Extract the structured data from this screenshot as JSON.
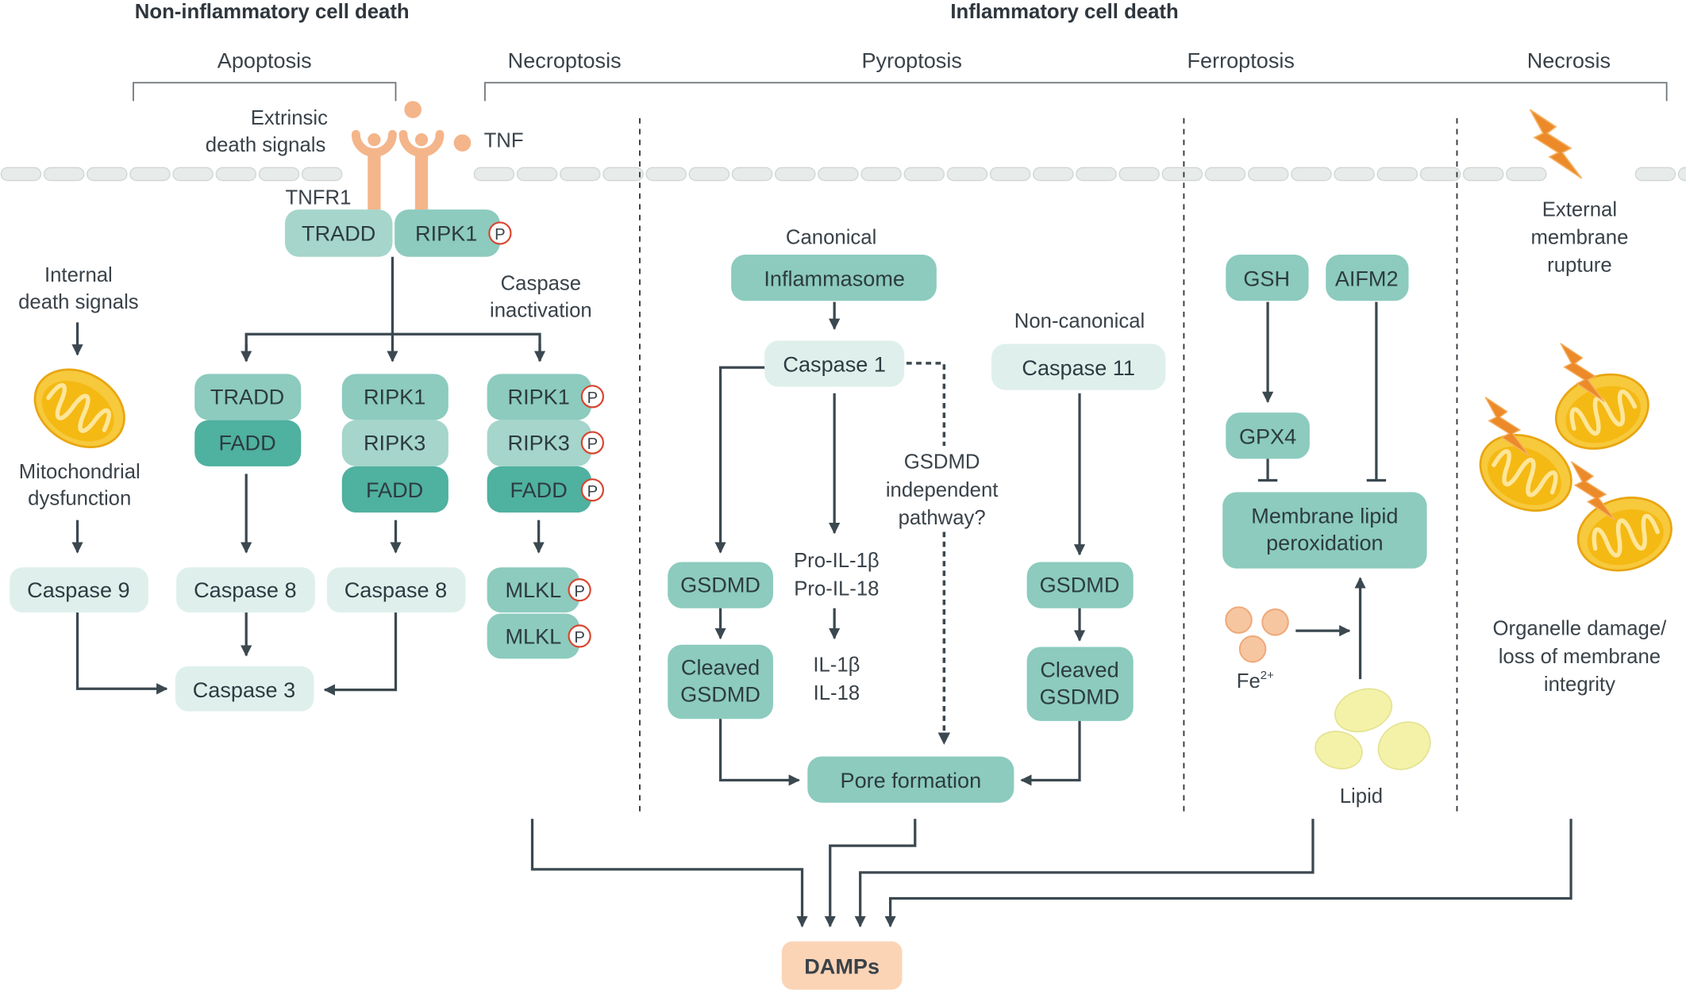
{
  "headers": {
    "non_inflammatory": "Non-inflammatory cell death",
    "inflammatory": "Inflammatory cell death"
  },
  "sections": {
    "apoptosis": "Apoptosis",
    "necroptosis": "Necroptosis",
    "pyroptosis": "Pyroptosis",
    "ferroptosis": "Ferroptosis",
    "necrosis": "Necrosis"
  },
  "receptor": {
    "extrinsic_1": "Extrinsic",
    "extrinsic_2": "death signals",
    "tnf": "TNF",
    "tnfr1": "TNFR1",
    "tradd": "TRADD",
    "ripk1": "RIPK1"
  },
  "phospho": "P",
  "apoptosis": {
    "internal_1": "Internal",
    "internal_2": "death signals",
    "mito_1": "Mitochondrial",
    "mito_2": "dysfunction",
    "caspase9": "Caspase 9",
    "tradd": "TRADD",
    "fadd": "FADD",
    "caspase8_a": "Caspase 8",
    "ripk1": "RIPK1",
    "ripk3": "RIPK3",
    "fadd2": "FADD",
    "caspase8_b": "Caspase 8",
    "caspase3": "Caspase 3"
  },
  "necroptosis": {
    "inact_1": "Caspase",
    "inact_2": "inactivation",
    "ripk1": "RIPK1",
    "ripk3": "RIPK3",
    "fadd": "FADD",
    "mlkl_1": "MLKL",
    "mlkl_2": "MLKL"
  },
  "pyroptosis": {
    "canonical": "Canonical",
    "inflammasome": "Inflammasome",
    "caspase1": "Caspase 1",
    "gsdmd": "GSDMD",
    "cleaved_1": "Cleaved",
    "cleaved_2": "GSDMD",
    "pro_il1b": "Pro-IL-1β",
    "pro_il18": "Pro-IL-18",
    "il1b": "IL-1β",
    "il18": "IL-18",
    "indep_1": "GSDMD",
    "indep_2": "independent",
    "indep_3": "pathway?",
    "noncanonical": "Non-canonical",
    "caspase11": "Caspase 11",
    "gsdmd_nc": "GSDMD",
    "cleaved_nc_1": "Cleaved",
    "cleaved_nc_2": "GSDMD",
    "pore": "Pore formation"
  },
  "ferroptosis": {
    "gsh": "GSH",
    "aifm2": "AIFM2",
    "gpx4": "GPX4",
    "lipid_perox_1": "Membrane lipid",
    "lipid_perox_2": "peroxidation",
    "fe": "Fe",
    "fe_sup": "2+",
    "lipid": "Lipid"
  },
  "necrosis": {
    "ext_1": "External",
    "ext_2": "membrane",
    "ext_3": "rupture",
    "dmg_1": "Organelle damage/",
    "dmg_2": "loss of membrane",
    "dmg_3": "integrity"
  },
  "output": {
    "damps": "DAMPs"
  },
  "colors": {
    "box_light": "#dff0ec",
    "box_mid": "#a5d5cb",
    "box_main": "#8ccbbe",
    "box_dark": "#4fb19f",
    "damps_fill": "#fbd4b6",
    "tnf_orange": "#f4b58a",
    "arrow": "#3b4850",
    "mito_yellow": "#f5b914",
    "bolt_orange": "#ec8a2a",
    "lipid_yellow": "#f3f2a8"
  }
}
